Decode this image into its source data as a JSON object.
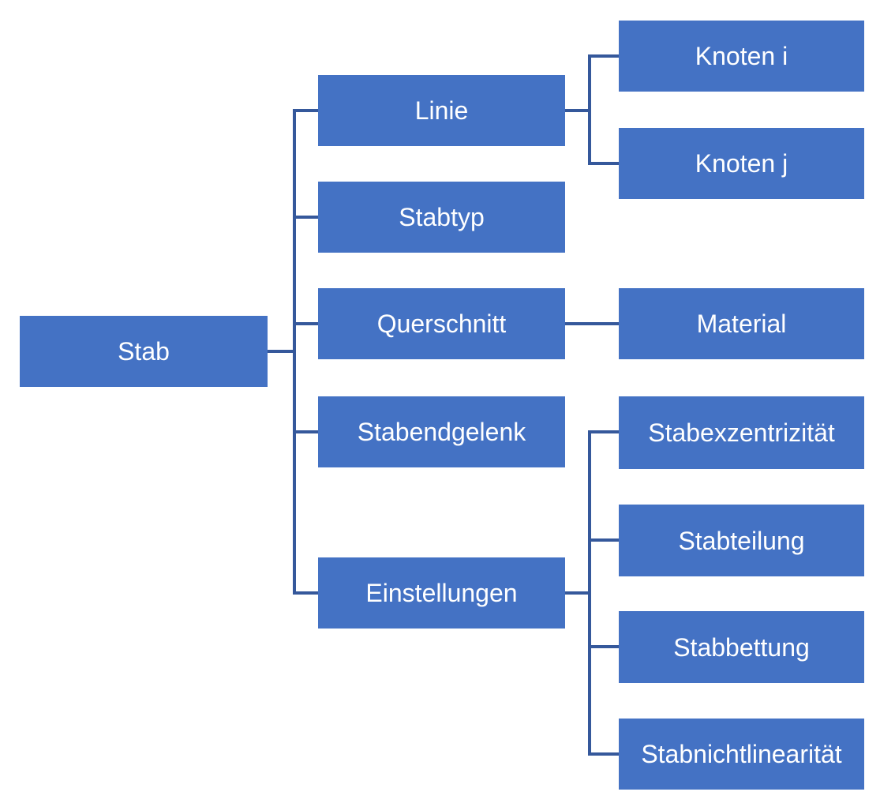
{
  "diagram": {
    "type": "hierarchy-tree",
    "colors": {
      "node_fill": "#4472C4",
      "node_text": "#FFFFFF",
      "connector": "#35589B",
      "background": "#FFFFFF"
    },
    "nodes": {
      "stab": {
        "label": "Stab"
      },
      "linie": {
        "label": "Linie"
      },
      "stabtyp": {
        "label": "Stabtyp"
      },
      "querschnitt": {
        "label": "Querschnitt"
      },
      "stabendgelenk": {
        "label": "Stabendgelenk"
      },
      "einstellungen": {
        "label": "Einstellungen"
      },
      "knoten_i": {
        "label": "Knoten i"
      },
      "knoten_j": {
        "label": "Knoten j"
      },
      "material": {
        "label": "Material"
      },
      "stabexzentrizitaet": {
        "label": "Stabexzentrizität"
      },
      "stabteilung": {
        "label": "Stabteilung"
      },
      "stabbettung": {
        "label": "Stabbettung"
      },
      "stabnichtlinearitaet": {
        "label": "Stabnichtlinearität"
      }
    },
    "edges": [
      {
        "from": "Stab",
        "to": "Linie"
      },
      {
        "from": "Stab",
        "to": "Stabtyp"
      },
      {
        "from": "Stab",
        "to": "Querschnitt"
      },
      {
        "from": "Stab",
        "to": "Stabendgelenk"
      },
      {
        "from": "Stab",
        "to": "Einstellungen"
      },
      {
        "from": "Linie",
        "to": "Knoten i"
      },
      {
        "from": "Linie",
        "to": "Knoten j"
      },
      {
        "from": "Querschnitt",
        "to": "Material"
      },
      {
        "from": "Einstellungen",
        "to": "Stabexzentrizität"
      },
      {
        "from": "Einstellungen",
        "to": "Stabteilung"
      },
      {
        "from": "Einstellungen",
        "to": "Stabbettung"
      },
      {
        "from": "Einstellungen",
        "to": "Stabnichtlinearität"
      }
    ]
  }
}
